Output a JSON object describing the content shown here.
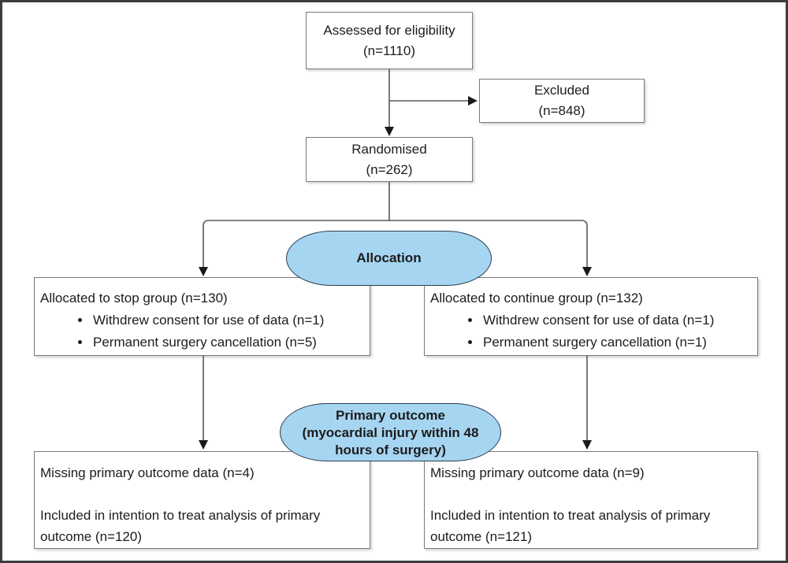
{
  "flow": {
    "assessed": {
      "line1": "Assessed for eligibility",
      "line2": "(n=1110)"
    },
    "excluded": {
      "line1": "Excluded",
      "line2": "(n=848)"
    },
    "randomised": {
      "line1": "Randomised",
      "line2": "(n=262)"
    },
    "allocation_label": "Allocation",
    "primary_outcome": {
      "line1": "Primary outcome",
      "line2": "(myocardial injury within 48",
      "line3": "hours of surgery)"
    },
    "stop_group": {
      "title": "Allocated to stop group (n=130)",
      "bullets": [
        "Withdrew consent for use of data (n=1)",
        "Permanent surgery cancellation (n=5)"
      ]
    },
    "continue_group": {
      "title": "Allocated to continue group (n=132)",
      "bullets": [
        "Withdrew consent for use of data (n=1)",
        "Permanent surgery cancellation (n=1)"
      ]
    },
    "stop_outcome": {
      "missing": "Missing primary outcome data (n=4)",
      "included": "Included in intention to treat analysis of primary outcome (n=120)"
    },
    "continue_outcome": {
      "missing": "Missing primary outcome data (n=9)",
      "included": "Included in intention to treat analysis of primary outcome (n=121)"
    }
  },
  "colors": {
    "ellipse_fill": "#a6d5f2",
    "ellipse_stroke": "#2c3e50",
    "box_border": "#7a7a7a",
    "line_color": "#595959",
    "arrow_color": "#1a1a1a",
    "text_color": "#1c1c1c",
    "frame_border": "#3d3d3d",
    "background": "#ffffff"
  }
}
